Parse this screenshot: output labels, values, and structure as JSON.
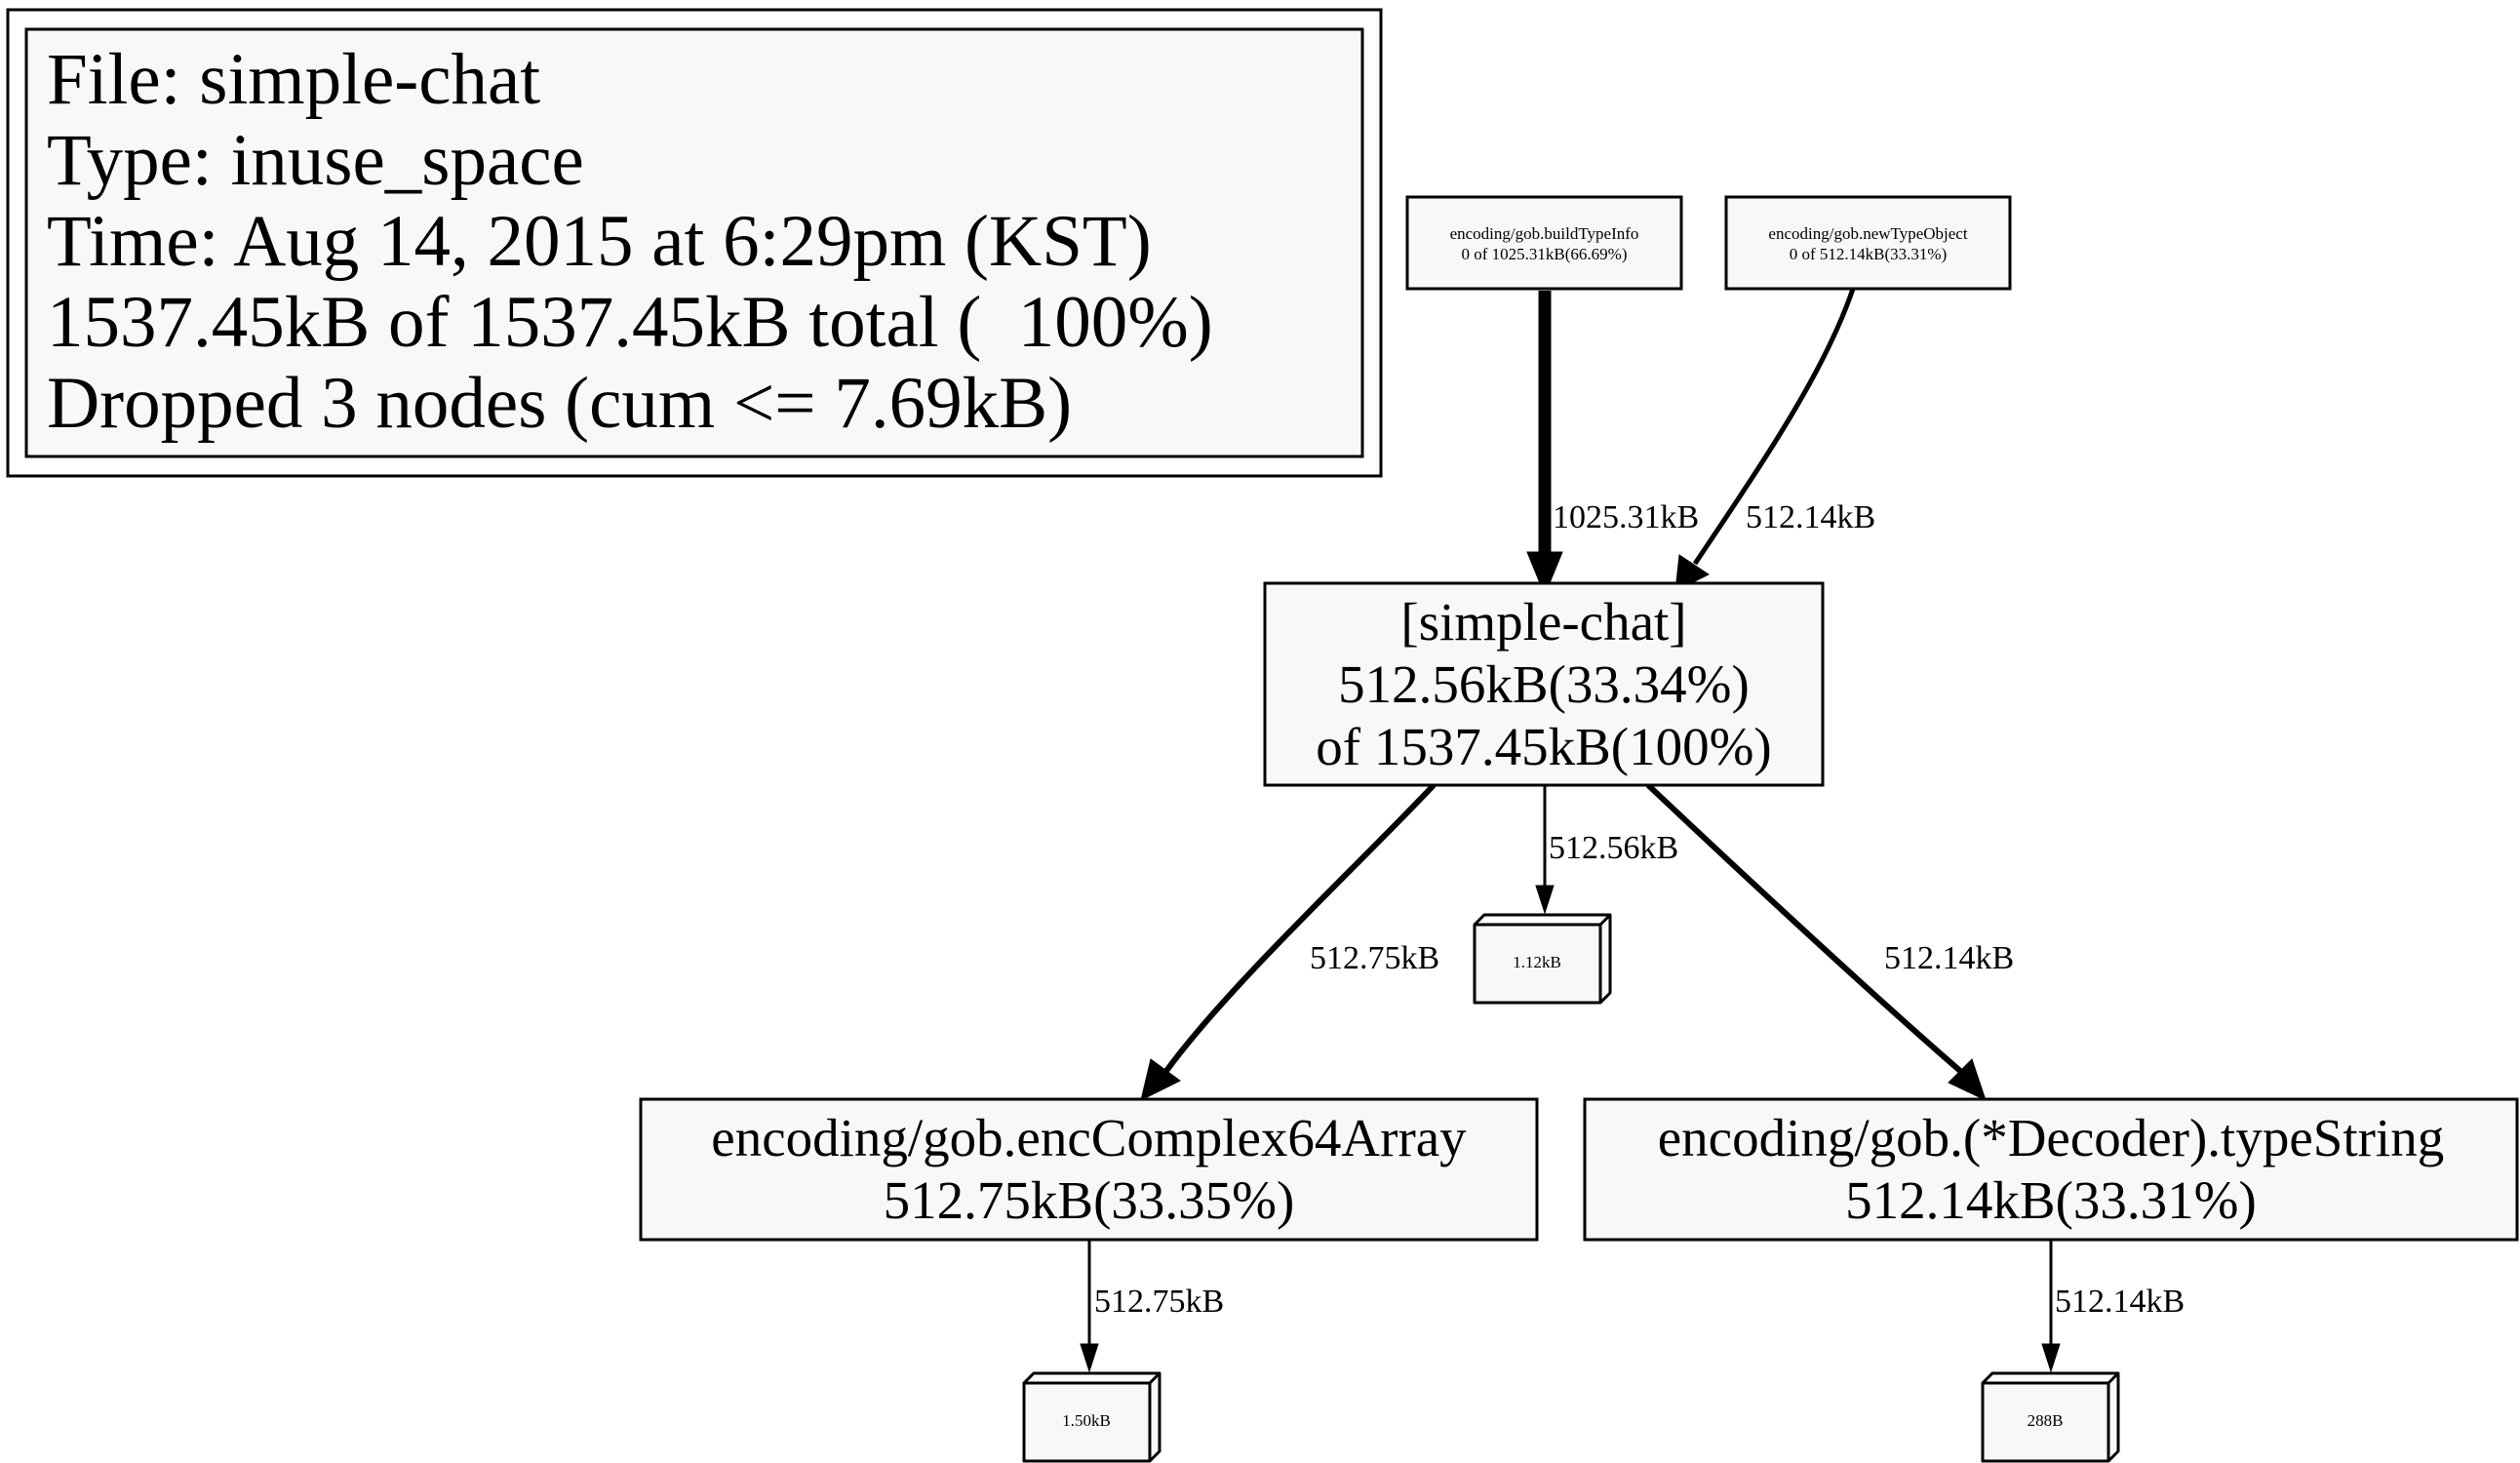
{
  "legend": {
    "lines": [
      "File: simple-chat",
      "Type: inuse_space",
      "Time: Aug 14, 2015 at 6:29pm (KST)",
      "1537.45kB of 1537.45kB total (  100%)",
      "Dropped 3 nodes (cum <= 7.69kB)"
    ]
  },
  "nodes": {
    "build_type_info": {
      "lines": [
        "encoding/gob.buildTypeInfo",
        "0 of 1025.31kB(66.69%)"
      ]
    },
    "new_type_object": {
      "lines": [
        "encoding/gob.newTypeObject",
        "0 of 512.14kB(33.31%)"
      ]
    },
    "simple_chat": {
      "lines": [
        "[simple-chat]",
        "512.56kB(33.34%)",
        "of 1537.45kB(100%)"
      ]
    },
    "enc_complex64_array": {
      "lines": [
        "encoding/gob.encComplex64Array",
        "512.75kB(33.35%)"
      ]
    },
    "decoder_type_string": {
      "lines": [
        "encoding/gob.(*Decoder).typeString",
        "512.14kB(33.31%)"
      ]
    }
  },
  "blocks": {
    "simple_chat_block": "1.12kB",
    "enc_block": "1.50kB",
    "decoder_block": "288B"
  },
  "edges": {
    "build_to_simple": "1025.31kB",
    "newtype_to_simple": "512.14kB",
    "simple_to_block": "512.56kB",
    "simple_to_enc": "512.75kB",
    "simple_to_decoder": "512.14kB",
    "enc_to_block": "512.75kB",
    "decoder_to_block": "512.14kB"
  }
}
